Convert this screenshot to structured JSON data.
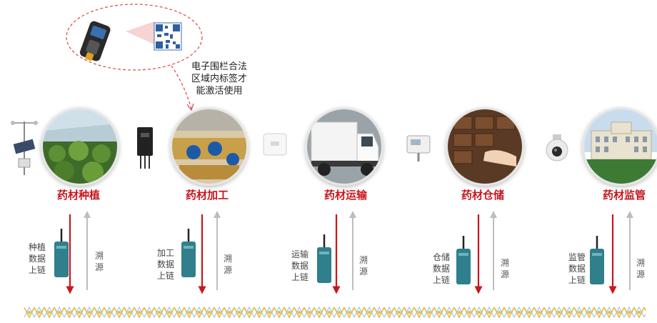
{
  "callout": {
    "lines": [
      "电子围栏合法",
      "区域内标签才",
      "能激活使用"
    ]
  },
  "stages": [
    {
      "title": "药材种植",
      "upload": [
        "种植",
        "数据",
        "上链"
      ],
      "trace": [
        "溯",
        "源"
      ]
    },
    {
      "title": "药材加工",
      "upload": [
        "加工",
        "数据",
        "上链"
      ],
      "trace": [
        "溯",
        "源"
      ]
    },
    {
      "title": "药材运输",
      "upload": [
        "运输",
        "数据",
        "上链"
      ],
      "trace": [
        "溯",
        "源"
      ]
    },
    {
      "title": "药材仓储",
      "upload": [
        "仓储",
        "数据",
        "上链"
      ],
      "trace": [
        "溯",
        "源"
      ]
    },
    {
      "title": "药材监管",
      "upload": [
        "监管",
        "数据",
        "上链"
      ],
      "trace": [
        "溯",
        "源"
      ]
    }
  ],
  "colors": {
    "title_red": "#c8161d",
    "arrow_red": "#c8161d",
    "arrow_gray": "#bdbdbd",
    "chain_gold": "#e8b93a",
    "chain_blue": "#8fb7e0",
    "device_teal": "#2f7f8c"
  }
}
